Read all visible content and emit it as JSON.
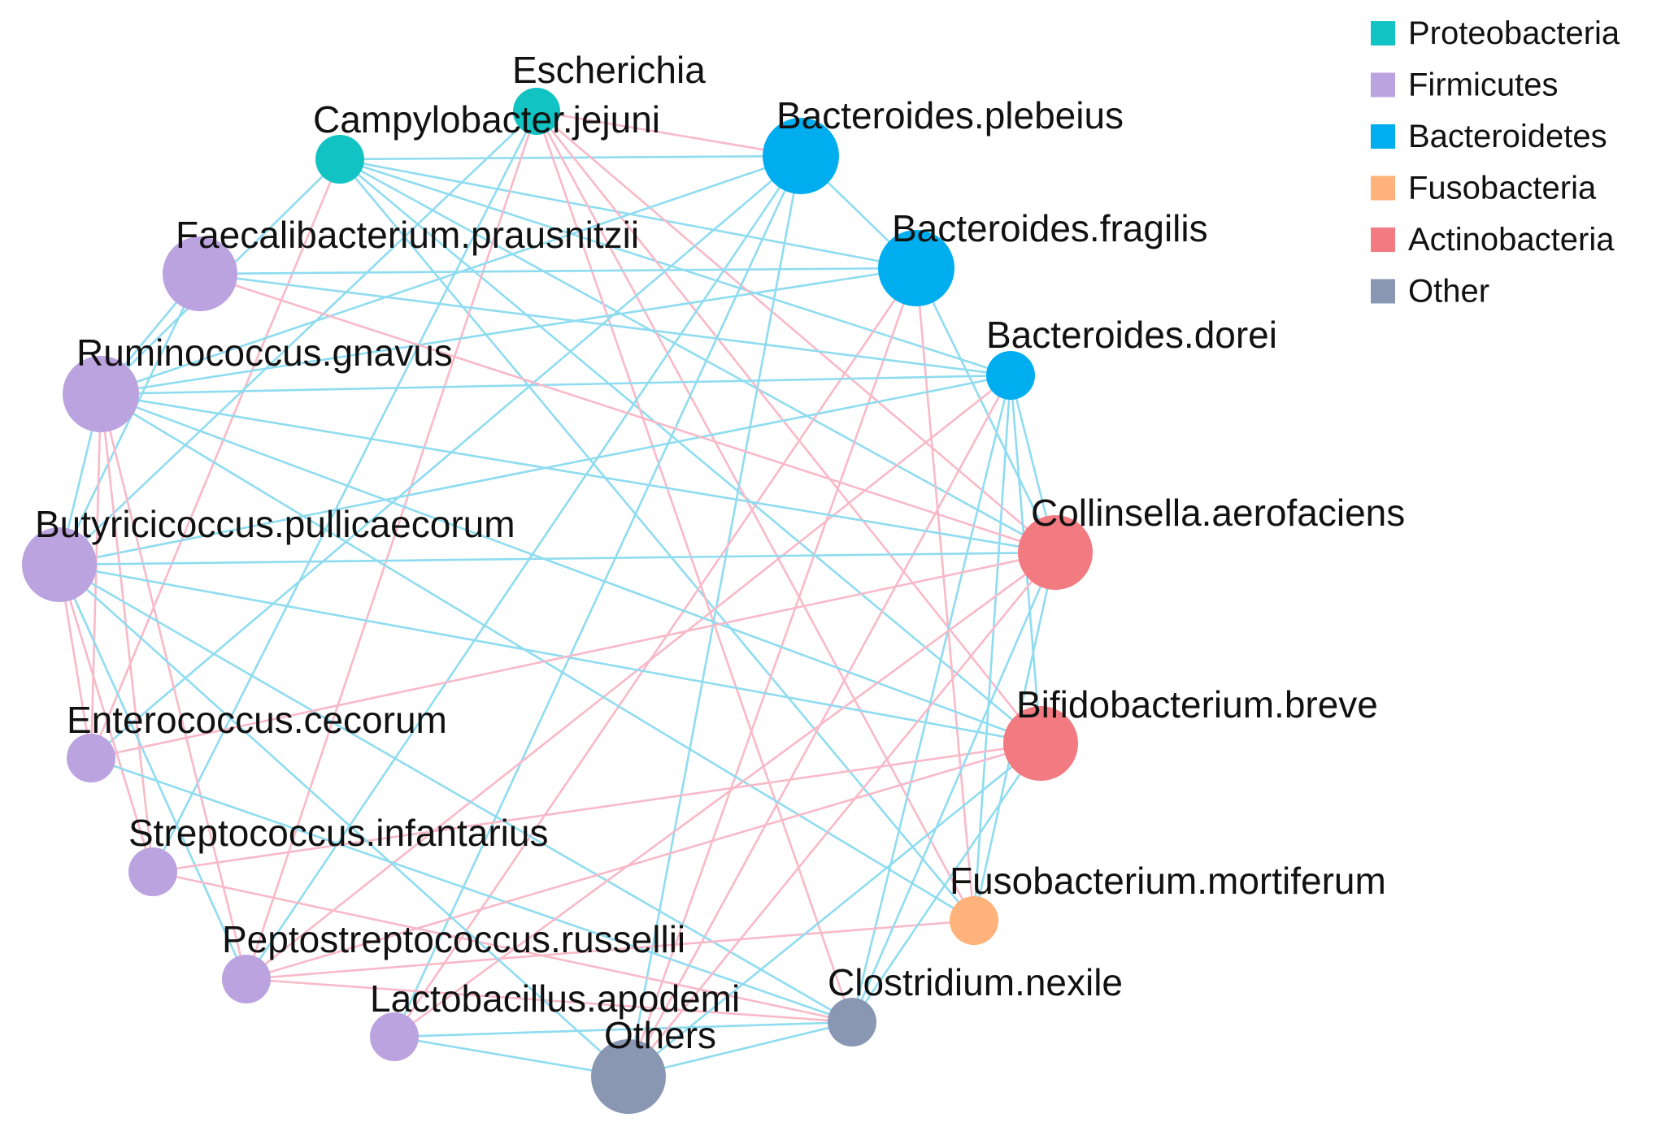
{
  "diagram": {
    "type": "network",
    "colors": {
      "positive_edge": "#8fdcf0",
      "negative_edge": "#f8b9c8"
    },
    "legend": [
      {
        "label": "Proteobacteria",
        "color": "#12c3c3"
      },
      {
        "label": "Firmicutes",
        "color": "#bba3e0"
      },
      {
        "label": "Bacteroidetes",
        "color": "#00aeef"
      },
      {
        "label": "Fusobacteria",
        "color": "#ffb27a"
      },
      {
        "label": "Actinobacteria",
        "color": "#f27b82"
      },
      {
        "label": "Other",
        "color": "#8a97b3"
      }
    ],
    "nodes": [
      {
        "id": "Escherichia",
        "label": "Escherichia",
        "group": "Proteobacteria"
      },
      {
        "id": "Campylobacter.jejuni",
        "label": "Campylobacter.jejuni",
        "group": "Proteobacteria"
      },
      {
        "id": "Bacteroides.plebeius",
        "label": "Bacteroides.plebeius",
        "group": "Bacteroidetes"
      },
      {
        "id": "Bacteroides.fragilis",
        "label": "Bacteroides.fragilis",
        "group": "Bacteroidetes"
      },
      {
        "id": "Bacteroides.dorei",
        "label": "Bacteroides.dorei",
        "group": "Bacteroidetes"
      },
      {
        "id": "Faecalibacterium.prausnitzii",
        "label": "Faecalibacterium.prausnitzii",
        "group": "Firmicutes"
      },
      {
        "id": "Ruminococcus.gnavus",
        "label": "Ruminococcus.gnavus",
        "group": "Firmicutes"
      },
      {
        "id": "Butyricicoccus.pullicaecorum",
        "label": "Butyricicoccus.pullicaecorum",
        "group": "Firmicutes"
      },
      {
        "id": "Enterococcus.cecorum",
        "label": "Enterococcus.cecorum",
        "group": "Firmicutes"
      },
      {
        "id": "Streptococcus.infantarius",
        "label": "Streptococcus.infantarius",
        "group": "Firmicutes"
      },
      {
        "id": "Peptostreptococcus.russellii",
        "label": "Peptostreptococcus.russellii",
        "group": "Firmicutes"
      },
      {
        "id": "Lactobacillus.apodemi",
        "label": "Lactobacillus.apodemi",
        "group": "Firmicutes"
      },
      {
        "id": "Others",
        "label": "Others",
        "group": "Other"
      },
      {
        "id": "Clostridium.nexile",
        "label": "Clostridium.nexile",
        "group": "Other"
      },
      {
        "id": "Fusobacterium.mortiferum",
        "label": "Fusobacterium.mortiferum",
        "group": "Fusobacteria"
      },
      {
        "id": "Bifidobacterium.breve",
        "label": "Bifidobacterium.breve",
        "group": "Actinobacteria"
      },
      {
        "id": "Collinsella.aerofaciens",
        "label": "Collinsella.aerofaciens",
        "group": "Actinobacteria"
      }
    ],
    "edges": [
      {
        "source": "Campylobacter.jejuni",
        "target": "Bacteroides.plebeius",
        "sign": "positive"
      },
      {
        "source": "Campylobacter.jejuni",
        "target": "Bacteroides.fragilis",
        "sign": "positive"
      },
      {
        "source": "Campylobacter.jejuni",
        "target": "Bacteroides.dorei",
        "sign": "positive"
      },
      {
        "source": "Campylobacter.jejuni",
        "target": "Collinsella.aerofaciens",
        "sign": "positive"
      },
      {
        "source": "Campylobacter.jejuni",
        "target": "Bifidobacterium.breve",
        "sign": "positive"
      },
      {
        "source": "Campylobacter.jejuni",
        "target": "Fusobacterium.mortiferum",
        "sign": "positive"
      },
      {
        "source": "Campylobacter.jejuni",
        "target": "Ruminococcus.gnavus",
        "sign": "positive"
      },
      {
        "source": "Campylobacter.jejuni",
        "target": "Enterococcus.cecorum",
        "sign": "negative"
      },
      {
        "source": "Escherichia",
        "target": "Bacteroides.plebeius",
        "sign": "negative"
      },
      {
        "source": "Escherichia",
        "target": "Collinsella.aerofaciens",
        "sign": "negative"
      },
      {
        "source": "Escherichia",
        "target": "Bifidobacterium.breve",
        "sign": "negative"
      },
      {
        "source": "Escherichia",
        "target": "Clostridium.nexile",
        "sign": "negative"
      },
      {
        "source": "Escherichia",
        "target": "Fusobacterium.mortiferum",
        "sign": "negative"
      },
      {
        "source": "Escherichia",
        "target": "Streptococcus.infantarius",
        "sign": "positive"
      },
      {
        "source": "Escherichia",
        "target": "Butyricicoccus.pullicaecorum",
        "sign": "positive"
      },
      {
        "source": "Escherichia",
        "target": "Peptostreptococcus.russellii",
        "sign": "negative"
      },
      {
        "source": "Bacteroides.plebeius",
        "target": "Bacteroides.fragilis",
        "sign": "positive"
      },
      {
        "source": "Bacteroides.plebeius",
        "target": "Ruminococcus.gnavus",
        "sign": "positive"
      },
      {
        "source": "Bacteroides.plebeius",
        "target": "Enterococcus.cecorum",
        "sign": "positive"
      },
      {
        "source": "Bacteroides.plebeius",
        "target": "Peptostreptococcus.russellii",
        "sign": "positive"
      },
      {
        "source": "Bacteroides.plebeius",
        "target": "Lactobacillus.apodemi",
        "sign": "positive"
      },
      {
        "source": "Bacteroides.plebeius",
        "target": "Others",
        "sign": "positive"
      },
      {
        "source": "Bacteroides.fragilis",
        "target": "Faecalibacterium.prausnitzii",
        "sign": "positive"
      },
      {
        "source": "Bacteroides.fragilis",
        "target": "Ruminococcus.gnavus",
        "sign": "positive"
      },
      {
        "source": "Bacteroides.fragilis",
        "target": "Collinsella.aerofaciens",
        "sign": "positive"
      },
      {
        "source": "Bacteroides.fragilis",
        "target": "Fusobacterium.mortiferum",
        "sign": "negative"
      },
      {
        "source": "Bacteroides.fragilis",
        "target": "Lactobacillus.apodemi",
        "sign": "negative"
      },
      {
        "source": "Bacteroides.fragilis",
        "target": "Others",
        "sign": "negative"
      },
      {
        "source": "Bacteroides.dorei",
        "target": "Faecalibacterium.prausnitzii",
        "sign": "positive"
      },
      {
        "source": "Bacteroides.dorei",
        "target": "Ruminococcus.gnavus",
        "sign": "positive"
      },
      {
        "source": "Bacteroides.dorei",
        "target": "Butyricicoccus.pullicaecorum",
        "sign": "positive"
      },
      {
        "source": "Bacteroides.dorei",
        "target": "Collinsella.aerofaciens",
        "sign": "positive"
      },
      {
        "source": "Bacteroides.dorei",
        "target": "Bifidobacterium.breve",
        "sign": "positive"
      },
      {
        "source": "Bacteroides.dorei",
        "target": "Fusobacterium.mortiferum",
        "sign": "positive"
      },
      {
        "source": "Bacteroides.dorei",
        "target": "Clostridium.nexile",
        "sign": "positive"
      },
      {
        "source": "Bacteroides.dorei",
        "target": "Others",
        "sign": "negative"
      },
      {
        "source": "Bacteroides.dorei",
        "target": "Peptostreptococcus.russellii",
        "sign": "negative"
      },
      {
        "source": "Faecalibacterium.prausnitzii",
        "target": "Ruminococcus.gnavus",
        "sign": "positive"
      },
      {
        "source": "Faecalibacterium.prausnitzii",
        "target": "Collinsella.aerofaciens",
        "sign": "negative"
      },
      {
        "source": "Faecalibacterium.prausnitzii",
        "target": "Butyricicoccus.pullicaecorum",
        "sign": "positive"
      },
      {
        "source": "Ruminococcus.gnavus",
        "target": "Collinsella.aerofaciens",
        "sign": "positive"
      },
      {
        "source": "Ruminococcus.gnavus",
        "target": "Bifidobacterium.breve",
        "sign": "positive"
      },
      {
        "source": "Ruminococcus.gnavus",
        "target": "Fusobacterium.mortiferum",
        "sign": "positive"
      },
      {
        "source": "Ruminococcus.gnavus",
        "target": "Enterococcus.cecorum",
        "sign": "negative"
      },
      {
        "source": "Ruminococcus.gnavus",
        "target": "Streptococcus.infantarius",
        "sign": "negative"
      },
      {
        "source": "Ruminococcus.gnavus",
        "target": "Peptostreptococcus.russellii",
        "sign": "negative"
      },
      {
        "source": "Ruminococcus.gnavus",
        "target": "Butyricicoccus.pullicaecorum",
        "sign": "positive"
      },
      {
        "source": "Butyricicoccus.pullicaecorum",
        "target": "Collinsella.aerofaciens",
        "sign": "positive"
      },
      {
        "source": "Butyricicoccus.pullicaecorum",
        "target": "Bifidobacterium.breve",
        "sign": "positive"
      },
      {
        "source": "Butyricicoccus.pullicaecorum",
        "target": "Clostridium.nexile",
        "sign": "positive"
      },
      {
        "source": "Butyricicoccus.pullicaecorum",
        "target": "Peptostreptococcus.russellii",
        "sign": "positive"
      },
      {
        "source": "Butyricicoccus.pullicaecorum",
        "target": "Enterococcus.cecorum",
        "sign": "negative"
      },
      {
        "source": "Butyricicoccus.pullicaecorum",
        "target": "Streptococcus.infantarius",
        "sign": "negative"
      },
      {
        "source": "Enterococcus.cecorum",
        "target": "Collinsella.aerofaciens",
        "sign": "negative"
      },
      {
        "source": "Enterococcus.cecorum",
        "target": "Clostridium.nexile",
        "sign": "positive"
      },
      {
        "source": "Streptococcus.infantarius",
        "target": "Bifidobacterium.breve",
        "sign": "negative"
      },
      {
        "source": "Streptococcus.infantarius",
        "target": "Clostridium.nexile",
        "sign": "negative"
      },
      {
        "source": "Peptostreptococcus.russellii",
        "target": "Fusobacterium.mortiferum",
        "sign": "negative"
      },
      {
        "source": "Peptostreptococcus.russellii",
        "target": "Bifidobacterium.breve",
        "sign": "negative"
      },
      {
        "source": "Peptostreptococcus.russellii",
        "target": "Clostridium.nexile",
        "sign": "negative"
      },
      {
        "source": "Lactobacillus.apodemi",
        "target": "Collinsella.aerofaciens",
        "sign": "negative"
      },
      {
        "source": "Lactobacillus.apodemi",
        "target": "Others",
        "sign": "positive"
      },
      {
        "source": "Lactobacillus.apodemi",
        "target": "Clostridium.nexile",
        "sign": "positive"
      },
      {
        "source": "Others",
        "target": "Collinsella.aerofaciens",
        "sign": "negative"
      },
      {
        "source": "Others",
        "target": "Bifidobacterium.breve",
        "sign": "positive"
      },
      {
        "source": "Others",
        "target": "Clostridium.nexile",
        "sign": "positive"
      },
      {
        "source": "Others",
        "target": "Butyricicoccus.pullicaecorum",
        "sign": "positive"
      },
      {
        "source": "Clostridium.nexile",
        "target": "Collinsella.aerofaciens",
        "sign": "positive"
      },
      {
        "source": "Clostridium.nexile",
        "target": "Bifidobacterium.breve",
        "sign": "positive"
      },
      {
        "source": "Fusobacterium.mortiferum",
        "target": "Collinsella.aerofaciens",
        "sign": "positive"
      }
    ]
  }
}
